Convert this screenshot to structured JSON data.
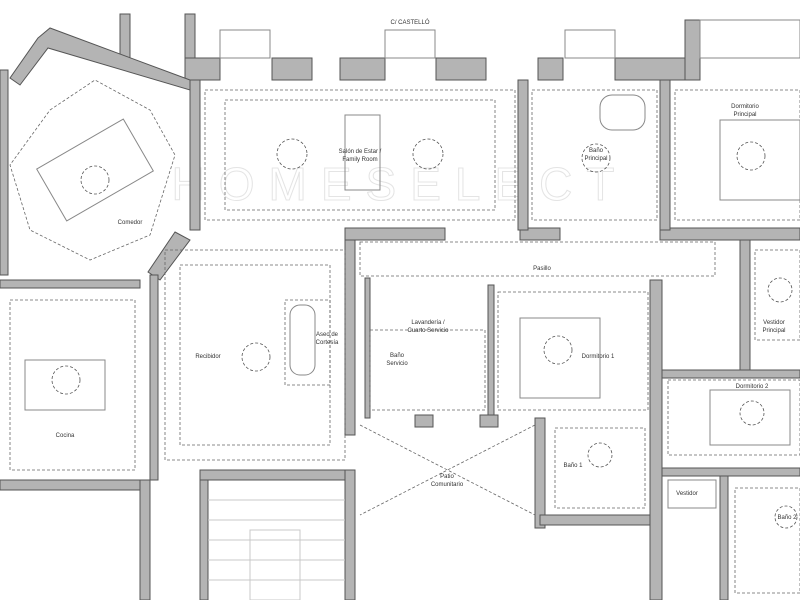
{
  "plan": {
    "street": "C/ CASTELLÓ",
    "watermark": "HOMESELECT",
    "rooms": {
      "family_1": "Salón de Estar /",
      "family_2": "Family Room",
      "bano_principal_1": "Baño",
      "bano_principal_2": "Principal",
      "dormitorio_principal_1": "Dormitorio",
      "dormitorio_principal_2": "Principal",
      "comedor": "Comedor",
      "pasillo": "Pasillo",
      "lavanderia_1": "Lavandería /",
      "lavanderia_2": "Cuarto Servicio",
      "aseo_1": "Aseo de",
      "aseo_2": "Cortesía",
      "bano_servicio_1": "Baño",
      "bano_servicio_2": "Servicio",
      "dormitorio_1": "Dormitorio 1",
      "recibidor": "Recibidor",
      "cocina": "Cocina",
      "vestidor_principal_1": "Vestidor",
      "vestidor_principal_2": "Principal",
      "dormitorio_2": "Dormitorio 2",
      "bano_1": "Baño 1",
      "vestidor": "Vestidor",
      "bano_2": "Baño 2",
      "patio_1": "Patio",
      "patio_2": "Comunitario"
    }
  }
}
